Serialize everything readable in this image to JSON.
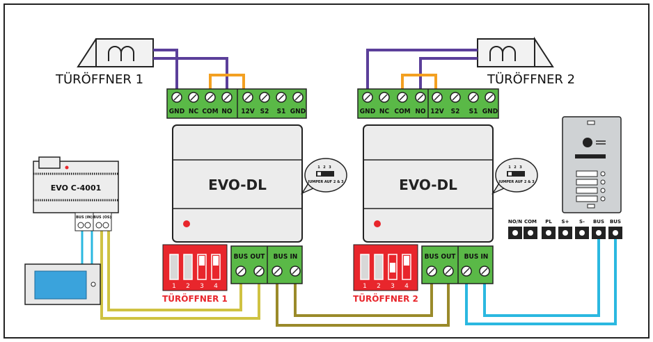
{
  "openers": {
    "left": "TÜRÖFFNER 1",
    "right": "TÜRÖFFNER 2"
  },
  "relay_terminals": [
    "GND",
    "NC",
    "COM",
    "NO",
    "12V",
    "S2",
    "S1",
    "GND"
  ],
  "modules": {
    "left": "EVO-DL",
    "right": "EVO-DL"
  },
  "jumper": {
    "numbers": [
      "1",
      "2",
      "3"
    ],
    "text": "JUMPER AUF 2 & 3"
  },
  "dip": {
    "numbers": [
      "1",
      "2",
      "3",
      "4"
    ],
    "left_caption": "TÜRÖFFNER 1",
    "right_caption": "TÜRÖFFNER 2"
  },
  "bus_terms": {
    "out": "BUS OUT",
    "in": "BUS IN"
  },
  "controller": {
    "name": "EVO C-4001",
    "terms": [
      "BUS (IN)",
      "BUS (OS)"
    ]
  },
  "outdoor_terminals": [
    "NO/N",
    "COM",
    "PL",
    "S+",
    "S-",
    "BUS",
    "BUS"
  ],
  "colors": {
    "purple": "#5b3f9a",
    "orange": "#f3a021",
    "yellow": "#cfc242",
    "olive": "#9a8a2a",
    "cyan": "#2bb8e0",
    "terminal_green": "#5ab947",
    "dip_red": "#e8262c"
  }
}
